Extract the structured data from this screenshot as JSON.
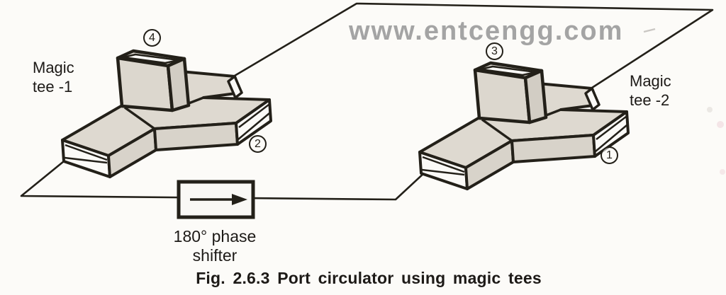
{
  "watermark": {
    "text": "www.entcengg.com",
    "color": "#9b9b9b"
  },
  "caption": "Fig. 2.6.3 Port circulator using magic tees",
  "labels": {
    "magic_tee_1_line1": "Magic",
    "magic_tee_1_line2": "tee -1",
    "magic_tee_2_line1": "Magic",
    "magic_tee_2_line2": "tee -2",
    "phase_shifter_line1": "180° phase",
    "phase_shifter_line2": "shifter"
  },
  "ports": {
    "p1": "1",
    "p2": "2",
    "p3": "3",
    "p4": "4"
  },
  "colors": {
    "outline": "#232019",
    "surface_top": "#ded9d0",
    "surface_front": "#d8d3ca",
    "surface_side": "#d2cdc4",
    "opening": "#fbfaf7",
    "paper": "#fcfbf8",
    "watermark_gray": "#9b9b9b"
  }
}
